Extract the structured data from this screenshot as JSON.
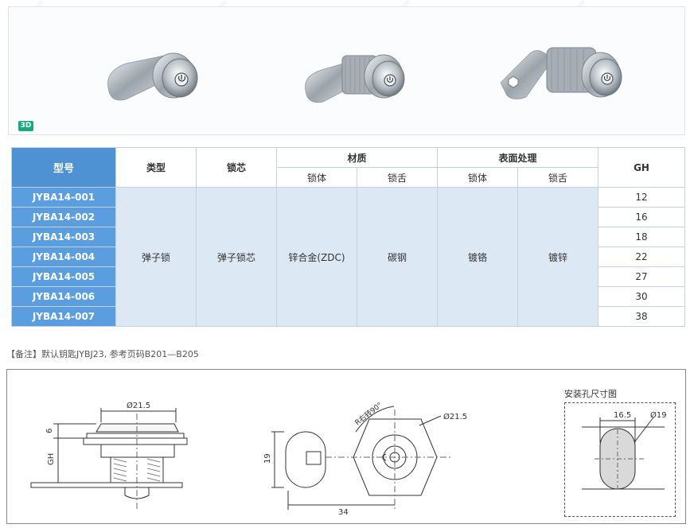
{
  "badge": "3D",
  "table": {
    "headers": {
      "model": "型号",
      "type": "类型",
      "core": "锁芯",
      "material": "材质",
      "material_body": "锁体",
      "material_tongue": "锁舌",
      "surface": "表面处理",
      "surface_body": "锁体",
      "surface_tongue": "锁舌",
      "gh": "GH"
    },
    "models": [
      "JYBA14-001",
      "JYBA14-002",
      "JYBA14-003",
      "JYBA14-004",
      "JYBA14-005",
      "JYBA14-006",
      "JYBA14-007"
    ],
    "type_value": "弹子锁",
    "core_value": "弹子锁芯",
    "material_body_value": "锌合金(ZDC)",
    "material_tongue_value": "碳钢",
    "surface_body_value": "镀铬",
    "surface_tongue_value": "镀锌",
    "gh_values": [
      "12",
      "16",
      "18",
      "22",
      "27",
      "30",
      "38"
    ]
  },
  "note": "【备注】默认钥匙JYBJ23, 参考页码B201—B205",
  "drawing": {
    "side_dia": "Ø21.5",
    "side_six": "6",
    "side_gh": "GH",
    "front_rotate": "R右转90°",
    "front_dia": "Ø21.5",
    "front_19": "19",
    "front_34": "34",
    "hole_title": "安装孔尺寸图",
    "hole_16_5": "16.5",
    "hole_dia19": "Ø19"
  },
  "colors": {
    "header_blue": "#4f92d4",
    "model_blue": "#5b9ee0",
    "body_fill": "#dde8f5",
    "badge_green": "#1aa97f"
  }
}
